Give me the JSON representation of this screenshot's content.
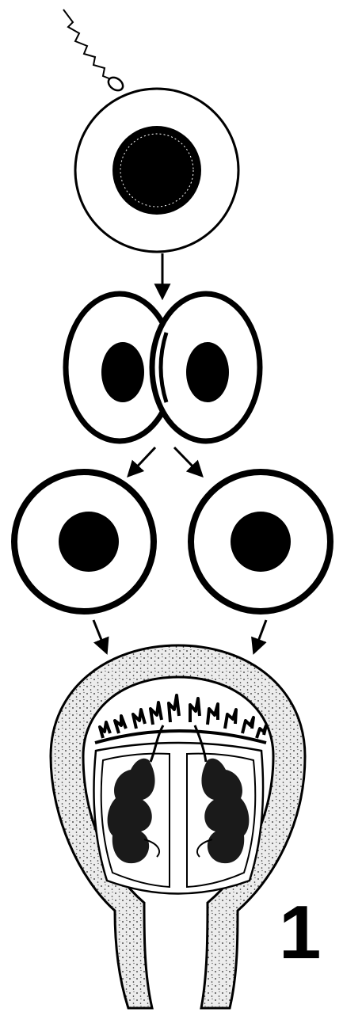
{
  "figure_label": "1",
  "colors": {
    "ink": "#000000",
    "paper": "#ffffff",
    "stipple": "#e9e9e9"
  },
  "stages": [
    {
      "name": "fertilized-egg"
    },
    {
      "name": "two-cell-stage"
    },
    {
      "name": "separated-cells"
    },
    {
      "name": "twin-embryos-in-uterus"
    }
  ]
}
